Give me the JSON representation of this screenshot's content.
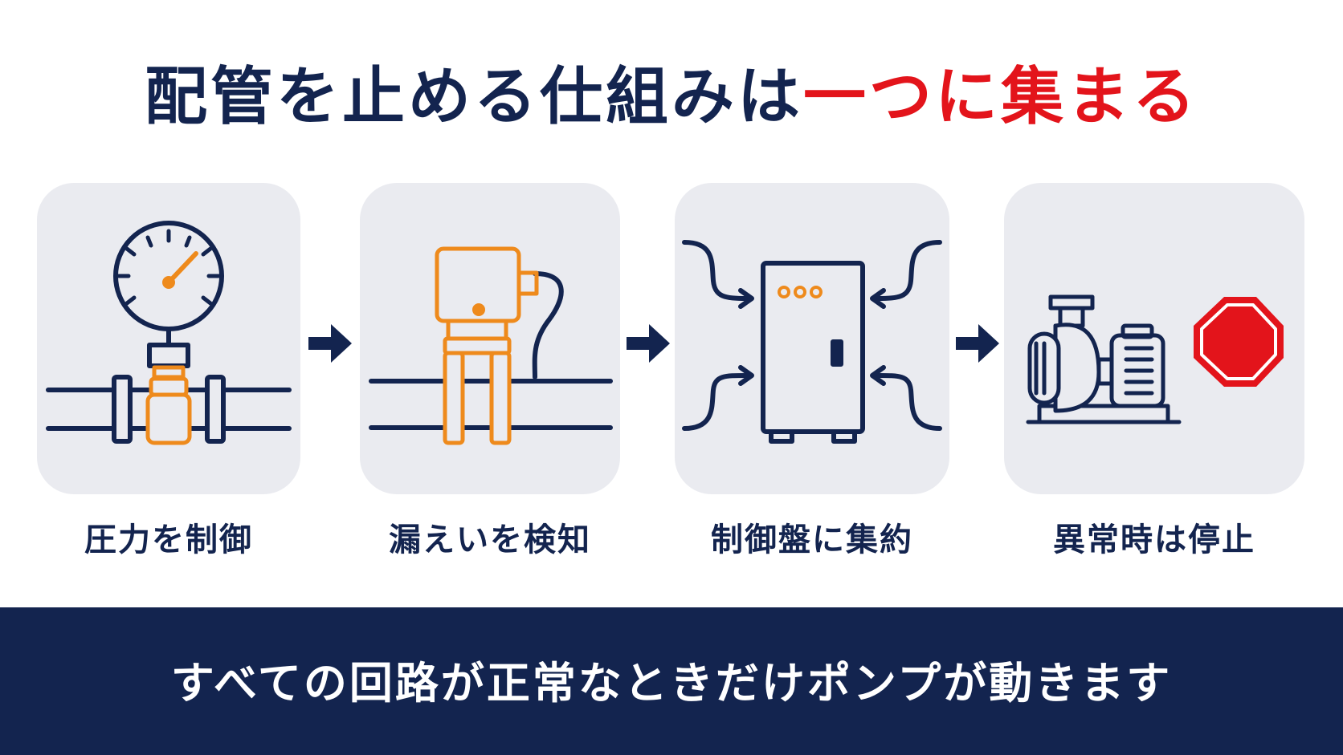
{
  "title": {
    "main": "配管を止める仕組みは",
    "highlight": "一つに集まる"
  },
  "steps": [
    {
      "label": "圧力を制御",
      "icon": "pressure-gauge-icon"
    },
    {
      "label": "漏えいを検知",
      "icon": "leak-sensor-icon"
    },
    {
      "label": "制御盤に集約",
      "icon": "control-panel-icon"
    },
    {
      "label": "異常時は停止",
      "icon": "pump-stop-icon"
    }
  ],
  "footer": {
    "text": "すべての回路が正常なときだけポンプが動きます"
  },
  "colors": {
    "navy": "#13244f",
    "red": "#e3141b",
    "orange": "#ee8a1c",
    "card_bg": "#eaebf0"
  }
}
